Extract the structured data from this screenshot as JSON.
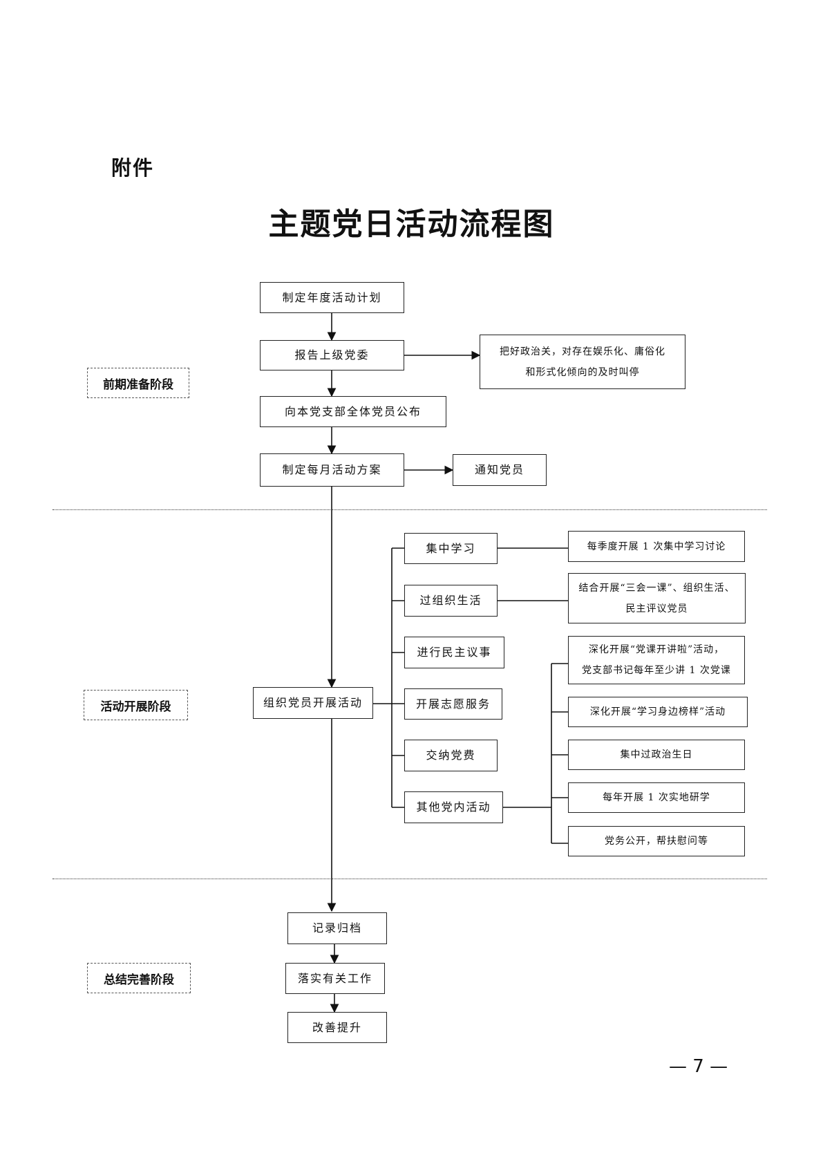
{
  "attachment_label": "附件",
  "title": "主题党日活动流程图",
  "page_number": "— 7 —",
  "stages": {
    "prep": "前期准备阶段",
    "activity": "活动开展阶段",
    "summary": "总结完善阶段"
  },
  "prep": {
    "plan": "制定年度活动计划",
    "report": "报告上级党委",
    "review_note_line1": "把好政治关，对存在娱乐化、庸俗化",
    "review_note_line2": "和形式化倾向的及时叫停",
    "announce": "向本党支部全体党员公布",
    "monthly": "制定每月活动方案",
    "notify": "通知党员"
  },
  "activity": {
    "organize": "组织党员开展活动",
    "items": {
      "study": "集中学习",
      "life": "过组织生活",
      "democracy": "进行民主议事",
      "volunteer": "开展志愿服务",
      "dues": "交纳党费",
      "other": "其他党内活动"
    },
    "details": {
      "study": "每季度开展 1 次集中学习讨论",
      "life_line1": "结合开展“三会一课”、组织生活、",
      "life_line2": "民主评议党员",
      "lecture_line1": "深化开展“党课开讲啦”活动，",
      "lecture_line2": "党支部书记每年至少讲 1 次党课",
      "model": "深化开展“学习身边榜样”活动",
      "birthday": "集中过政治生日",
      "field": "每年开展 1 次实地研学",
      "affairs": "党务公开，帮扶慰问等"
    }
  },
  "summary": {
    "archive": "记录归档",
    "implement": "落实有关工作",
    "improve": "改善提升"
  }
}
